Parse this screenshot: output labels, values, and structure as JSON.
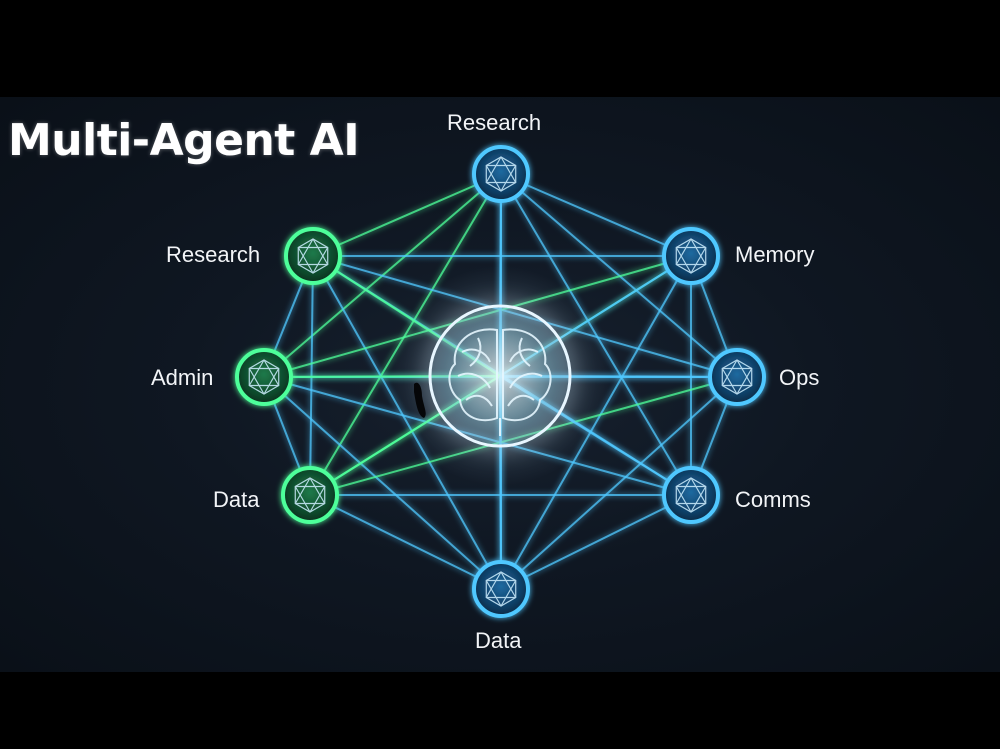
{
  "title": "Multi-Agent AI",
  "colors": {
    "background": "#0f1722",
    "green_accent": "#4dff9a",
    "blue_accent": "#4fc8ff",
    "label_text": "#f2f4f7"
  },
  "central_node": {
    "icon": "brain-icon"
  },
  "nodes": [
    {
      "id": "top",
      "label": "Research",
      "color": "blue",
      "icon": "network-polyhedron-icon"
    },
    {
      "id": "upper-left",
      "label": "Research",
      "color": "green",
      "icon": "network-polyhedron-icon"
    },
    {
      "id": "upper-right",
      "label": "Memory",
      "color": "blue",
      "icon": "network-polyhedron-icon"
    },
    {
      "id": "left",
      "label": "Admin",
      "color": "green",
      "icon": "network-polyhedron-icon"
    },
    {
      "id": "right",
      "label": "Ops",
      "color": "blue",
      "icon": "network-polyhedron-icon"
    },
    {
      "id": "lower-left",
      "label": "Data",
      "color": "green",
      "icon": "network-polyhedron-icon"
    },
    {
      "id": "lower-right",
      "label": "Comms",
      "color": "blue",
      "icon": "network-polyhedron-icon"
    },
    {
      "id": "bottom",
      "label": "Data",
      "color": "blue",
      "icon": "network-polyhedron-icon"
    }
  ]
}
